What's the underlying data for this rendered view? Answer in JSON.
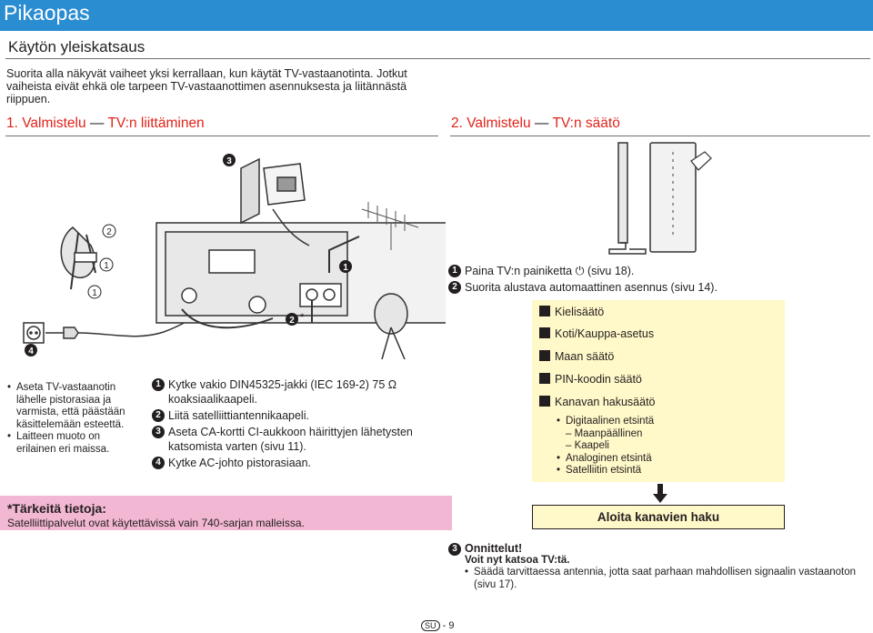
{
  "header": {
    "title": "Pikaopas"
  },
  "section": {
    "title": "Käytön yleiskatsaus",
    "intro": "Suorita alla näkyvät vaiheet yksi kerrallaan, kun käytät TV-vastaanotinta. Jotkut vaiheista eivät ehkä ole tarpeen TV-vastaanottimen asennuksesta ja liitännästä riippuen."
  },
  "step1": {
    "title_prefix": "1. Valmistelu",
    "title_dash": "—",
    "title_suffix": "TV:n liittäminen",
    "callouts": {
      "c1": "1",
      "c2": "2",
      "c3": "3",
      "c4": "4",
      "star": "*"
    },
    "notes": [
      "Aseta TV-vastaanotin lähelle pistorasiaa ja varmista, että päästään käsittelemään esteettä.",
      "Laitteen muoto on erilainen eri maissa."
    ],
    "steps": [
      {
        "n": "1",
        "text": "Kytke vakio DIN45325-jakki (IEC 169-2) 75 Ω koaksiaalikaapeli."
      },
      {
        "n": "2",
        "text": "Liitä satelliittiantennikaapeli."
      },
      {
        "n": "3",
        "text": "Aseta CA-kortti CI-aukkoon häirittyjen lähetysten katsomista varten (sivu 11)."
      },
      {
        "n": "4",
        "text": "Kytke AC-johto pistorasiaan."
      }
    ]
  },
  "important": {
    "title": "*Tärkeitä tietoja:",
    "text": "Satelliittipalvelut ovat käytettävissä vain 740-sarjan malleissa."
  },
  "step2": {
    "title_prefix": "2. Valmistelu",
    "title_dash": "—",
    "title_suffix": "TV:n säätö",
    "steps": [
      {
        "n": "1",
        "text": "Paina TV:n painiketta ⏻ (sivu 18)."
      },
      {
        "n": "2",
        "text": "Suorita alustava automaattinen asennus (sivu 14)."
      }
    ],
    "settings": [
      "Kielisäätö",
      "Koti/Kauppa-asetus",
      "Maan säätö",
      "PIN-koodin säätö",
      "Kanavan hakusäätö"
    ],
    "search_options": [
      {
        "text": "Digitaalinen etsintä",
        "level": 0
      },
      {
        "text": "Maanpäällinen",
        "level": 1
      },
      {
        "text": "Kaapeli",
        "level": 1
      },
      {
        "text": "Analoginen etsintä",
        "level": 0
      },
      {
        "text": "Satelliitin etsintä",
        "level": 0
      }
    ],
    "search_button": "Aloita kanavien haku",
    "done": {
      "n": "3",
      "title": "Onnittelut!",
      "subtitle": "Voit nyt katsoa TV:tä.",
      "bullet": "Säädä tarvittaessa antennia, jotta saat parhaan mahdollisen signaalin vastaanoton (sivu 17)."
    }
  },
  "footer": {
    "lang": "SU",
    "sep": "-",
    "page": "9"
  },
  "colors": {
    "title_bar": "#2a8dd1",
    "step_title": "#e2231a",
    "pink_box": "#f2b7d2",
    "yellow_box": "#fff8c8"
  }
}
